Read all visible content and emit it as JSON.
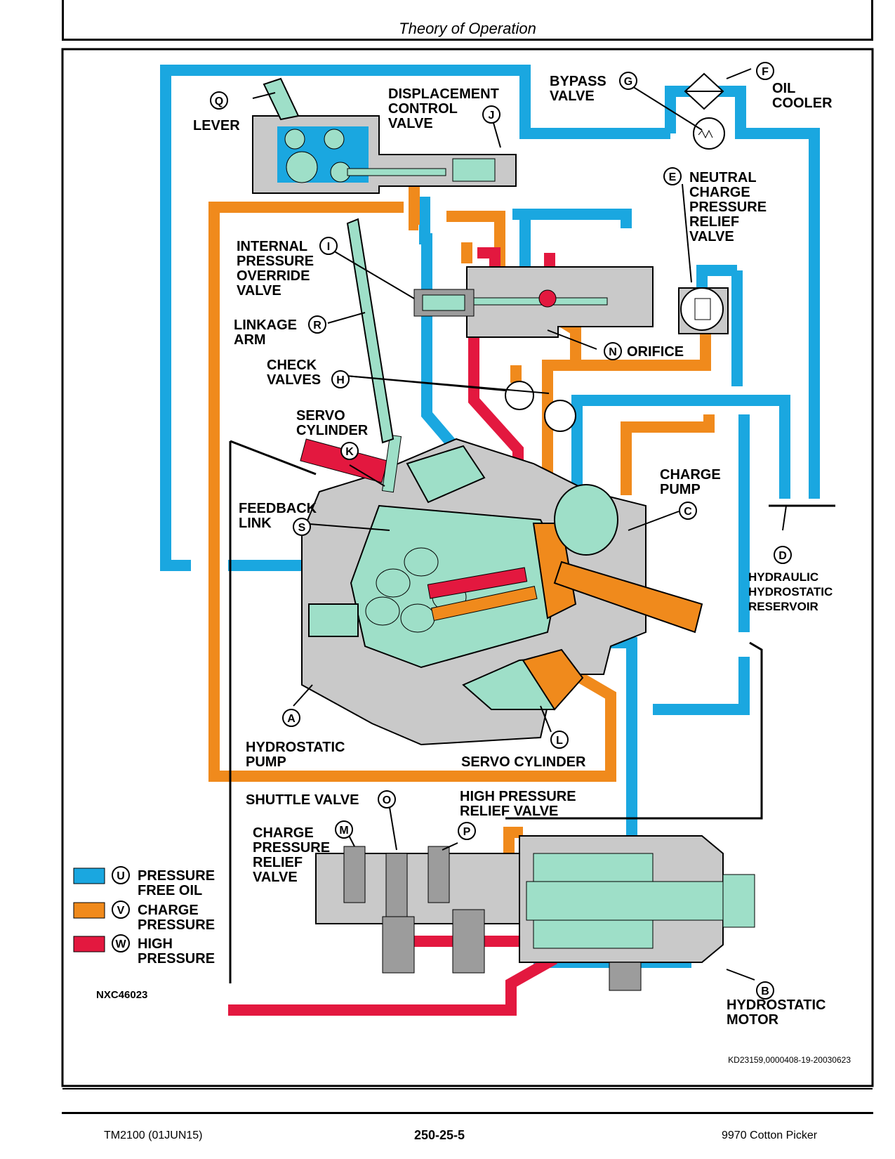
{
  "header": {
    "title": "Theory of Operation"
  },
  "labels": {
    "lever": "LEVER",
    "displacement_control_valve": [
      "DISPLACEMENT",
      "CONTROL",
      "VALVE"
    ],
    "bypass_valve": [
      "BYPASS",
      "VALVE"
    ],
    "oil_cooler": [
      "OIL",
      "COOLER"
    ],
    "neutral_charge": [
      "NEUTRAL",
      "CHARGE",
      "PRESSURE",
      "RELIEF",
      "VALVE"
    ],
    "internal_override": [
      "INTERNAL",
      "PRESSURE",
      "OVERRIDE",
      "VALVE"
    ],
    "linkage_arm": [
      "LINKAGE",
      "ARM"
    ],
    "check_valves": [
      "CHECK",
      "VALVES"
    ],
    "orifice": "ORIFICE",
    "servo_cylinder_top": [
      "SERVO",
      "CYLINDER"
    ],
    "feedback_link": [
      "FEEDBACK",
      "LINK"
    ],
    "charge_pump": [
      "CHARGE",
      "PUMP"
    ],
    "hydraulic_reservoir": [
      "HYDRAULIC",
      "HYDROSTATIC",
      "RESERVOIR"
    ],
    "hydrostatic_pump": [
      "HYDROSTATIC",
      "PUMP"
    ],
    "servo_cylinder_bottom": "SERVO CYLINDER",
    "shuttle_valve": "SHUTTLE VALVE",
    "high_pressure_relief": [
      "HIGH PRESSURE",
      "RELIEF VALVE"
    ],
    "charge_pressure_relief": [
      "CHARGE",
      "PRESSURE",
      "RELIEF",
      "VALVE"
    ],
    "hydrostatic_motor": [
      "HYDROSTATIC",
      "MOTOR"
    ]
  },
  "callouts": {
    "A": "A",
    "B": "B",
    "C": "C",
    "D": "D",
    "E": "E",
    "F": "F",
    "G": "G",
    "H": "H",
    "I": "I",
    "J": "J",
    "K": "K",
    "L": "L",
    "M": "M",
    "N": "N",
    "O": "O",
    "P": "P",
    "Q": "Q",
    "R": "R",
    "S": "S",
    "U": "U",
    "V": "V",
    "W": "W"
  },
  "legend": {
    "items": [
      {
        "key": "U",
        "lines": [
          "PRESSURE",
          "FREE OIL"
        ],
        "color": "#1aa7e0"
      },
      {
        "key": "V",
        "lines": [
          "CHARGE",
          "PRESSURE"
        ],
        "color": "#f08a1c"
      },
      {
        "key": "W",
        "lines": [
          "HIGH",
          "PRESSURE"
        ],
        "color": "#e3183f"
      }
    ]
  },
  "figure_id": "NXC46023",
  "doc_ref": "KD23159,0000408-19-20030623",
  "colors": {
    "pressure_free": "#1aa7e0",
    "charge": "#f08a1c",
    "high": "#e3183f",
    "component": "#9edfc8",
    "housing": "#c9c9c9"
  },
  "footer": {
    "left": "TM2100 (01JUN15)",
    "center": "250-25-5",
    "right": "9970 Cotton Picker"
  }
}
